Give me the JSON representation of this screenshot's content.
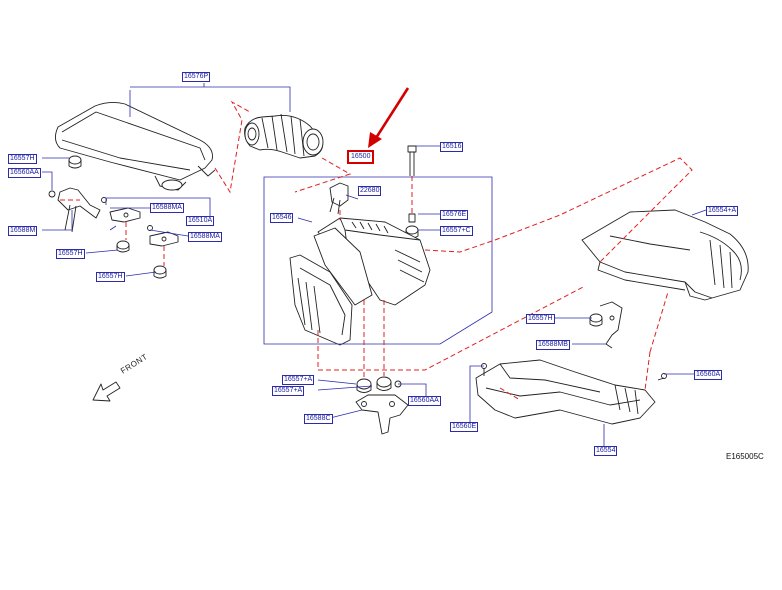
{
  "diagram": {
    "drawing_code": "E165005C",
    "front_label": "FRONT",
    "parts": [
      {
        "id": "p16576P",
        "number": "16576P",
        "highlighted": false
      },
      {
        "id": "p16500",
        "number": "16500",
        "highlighted": true
      },
      {
        "id": "p16516",
        "number": "16516",
        "highlighted": false
      },
      {
        "id": "p22680",
        "number": "22680",
        "highlighted": false
      },
      {
        "id": "p16546",
        "number": "16546",
        "highlighted": false
      },
      {
        "id": "p16576E",
        "number": "16576E",
        "highlighted": false
      },
      {
        "id": "p16557C",
        "number": "16557+C",
        "highlighted": false
      },
      {
        "id": "p16557H_a",
        "number": "16557H",
        "highlighted": false
      },
      {
        "id": "p16560AA",
        "number": "16560AA",
        "highlighted": false
      },
      {
        "id": "p16588M",
        "number": "16588M",
        "highlighted": false
      },
      {
        "id": "p16588MA_a",
        "number": "16588MA",
        "highlighted": false
      },
      {
        "id": "p16510A",
        "number": "16510A",
        "highlighted": false
      },
      {
        "id": "p16588MA_b",
        "number": "16588MA",
        "highlighted": false
      },
      {
        "id": "p16557H_b",
        "number": "16557H",
        "highlighted": false
      },
      {
        "id": "p16557H_c",
        "number": "16557H",
        "highlighted": false
      },
      {
        "id": "p16554A",
        "number": "16554+A",
        "highlighted": false
      },
      {
        "id": "p16557H_d",
        "number": "16557H",
        "highlighted": false
      },
      {
        "id": "p16588MB",
        "number": "16588MB",
        "highlighted": false
      },
      {
        "id": "p16557A_a",
        "number": "16557+A",
        "highlighted": false
      },
      {
        "id": "p16557A_b",
        "number": "16557+A",
        "highlighted": false
      },
      {
        "id": "p16560AA_b",
        "number": "16560AA",
        "highlighted": false
      },
      {
        "id": "p16588C",
        "number": "16588C",
        "highlighted": false
      },
      {
        "id": "p16560E",
        "number": "16560E",
        "highlighted": false
      },
      {
        "id": "p16554",
        "number": "16554",
        "highlighted": false
      },
      {
        "id": "p16560A",
        "number": "16560A",
        "highlighted": false
      }
    ]
  },
  "colors": {
    "label_text": "#1a1aa0",
    "label_border": "#2c2ca8",
    "leader_line": "#2b2bb0",
    "dashed_line": "#e02020",
    "highlight": "#d40000",
    "part_outline": "#222222"
  }
}
